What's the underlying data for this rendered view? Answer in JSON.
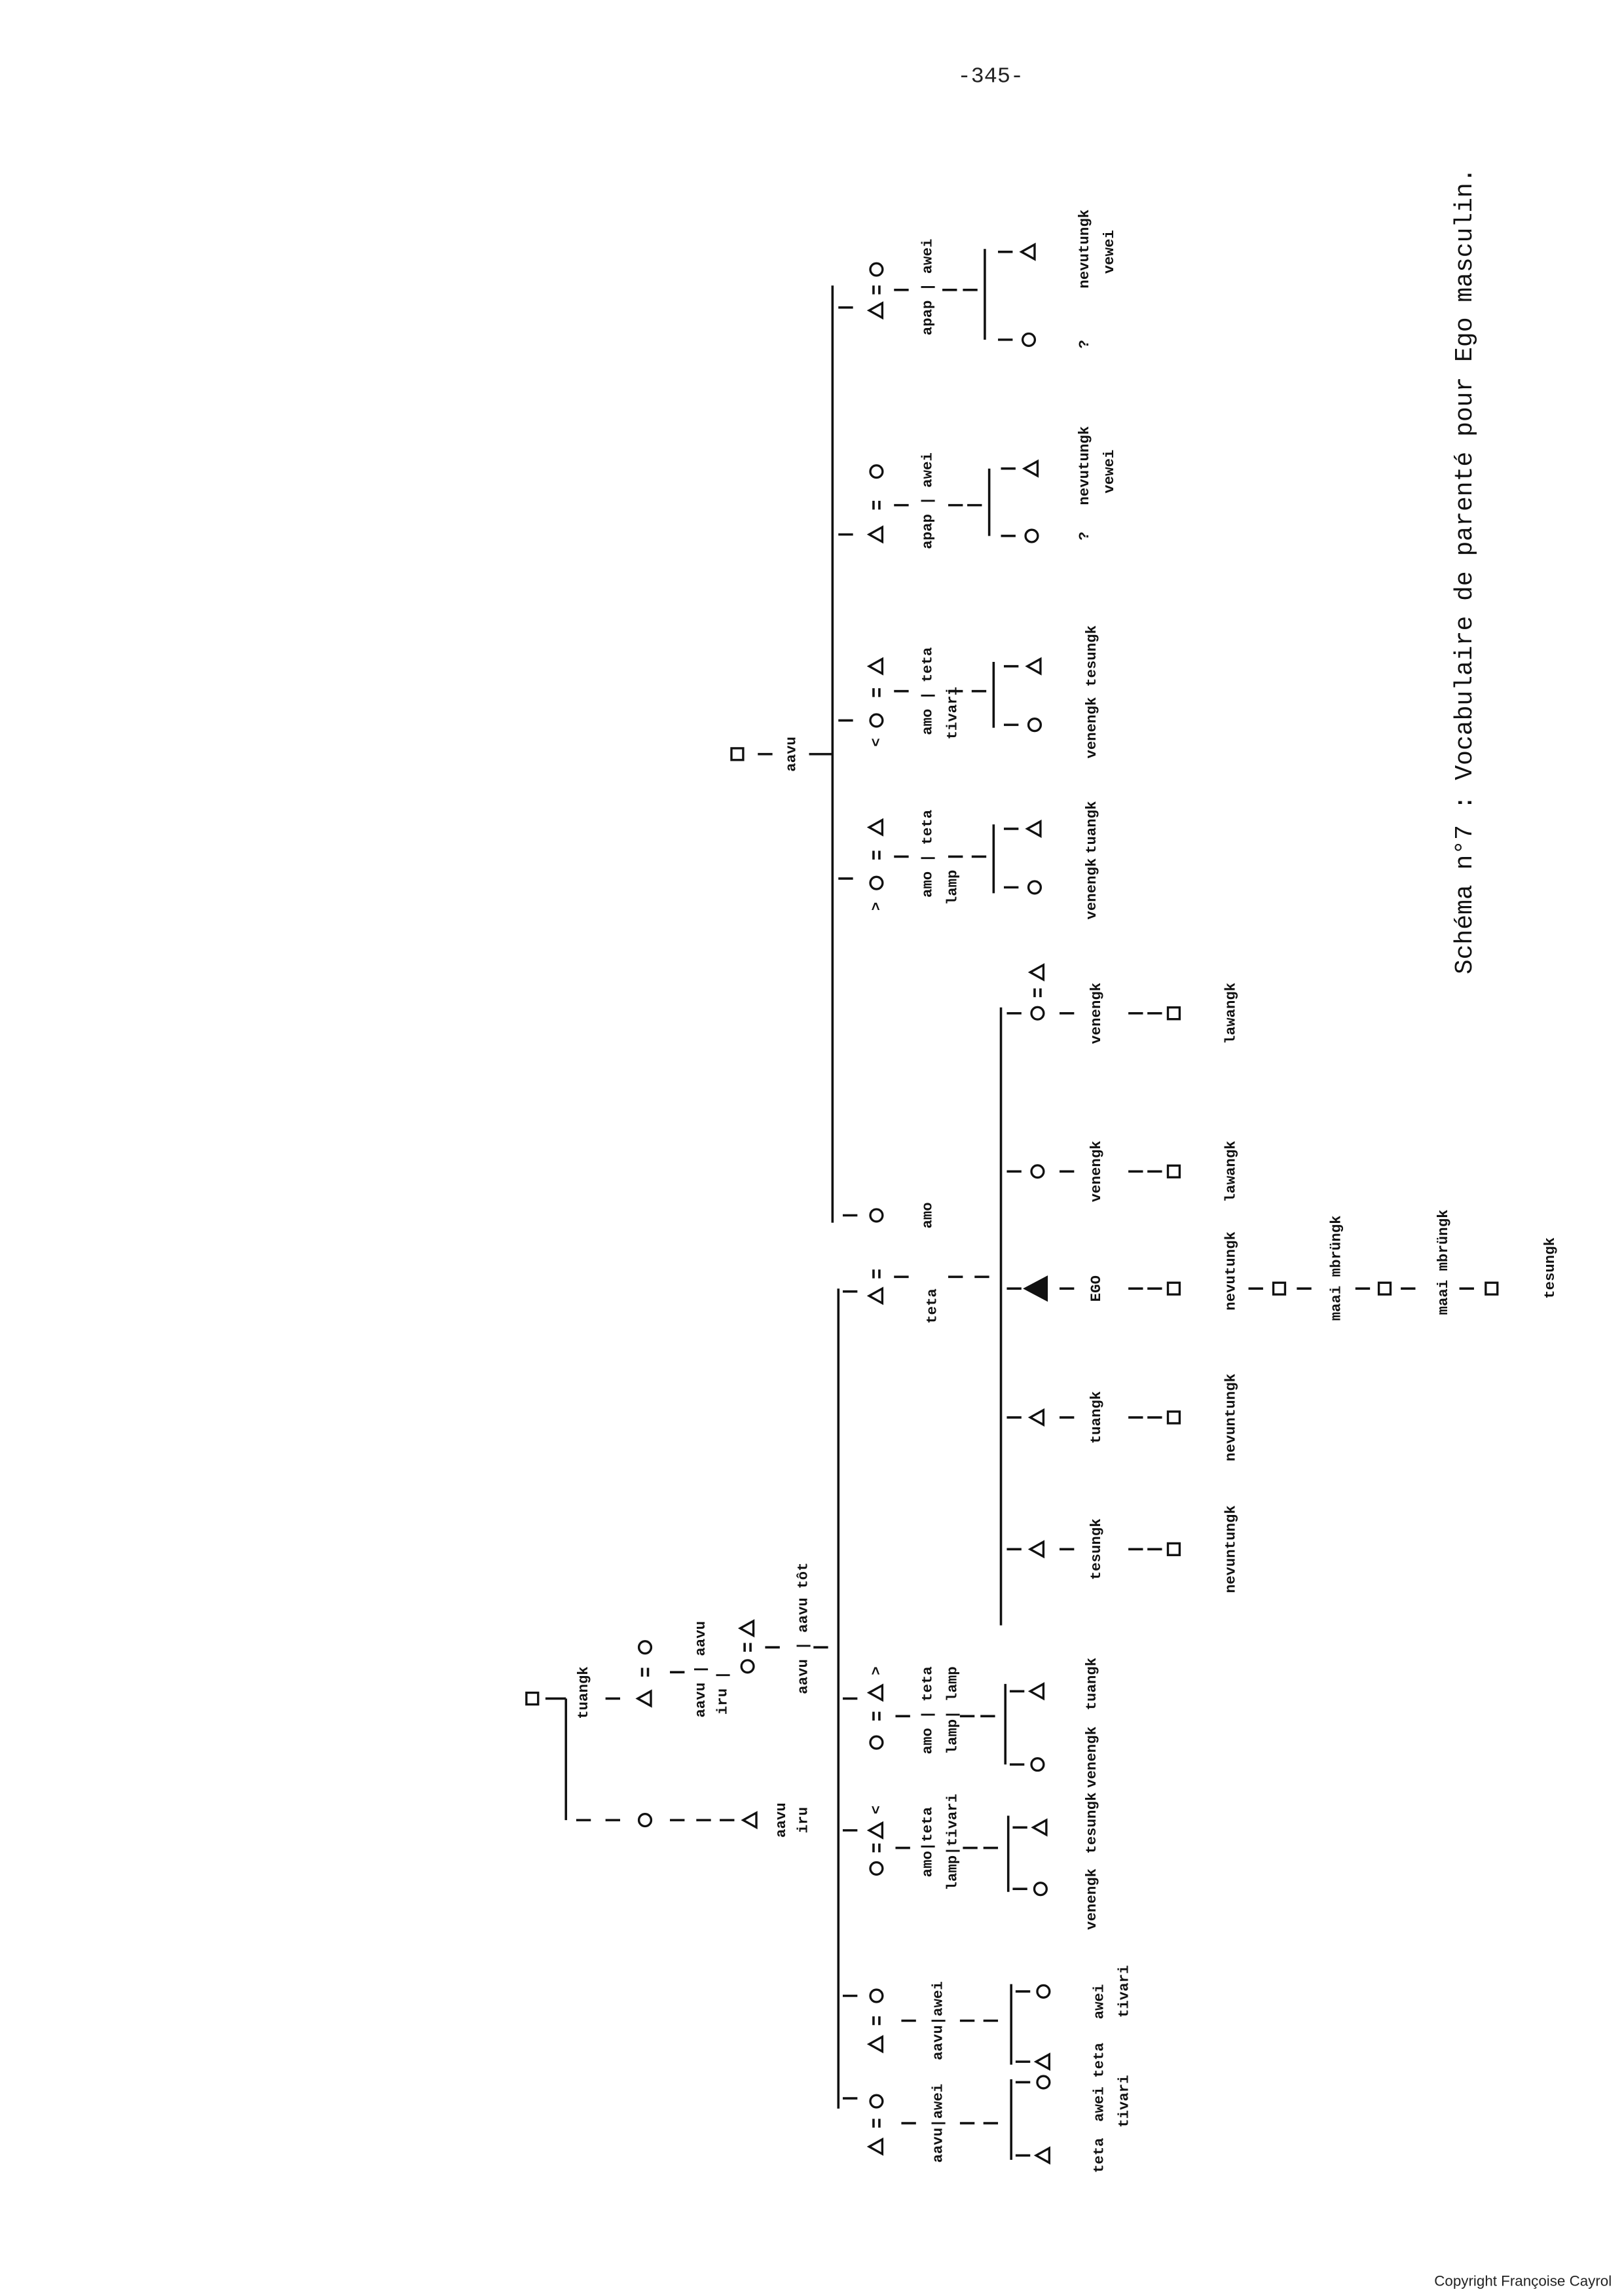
{
  "page_number": "-345-",
  "title": "Schéma n°7 : Vocabulaire de parenté pour Ego masculin.",
  "copyright": "Copyright Françoise Cayrol",
  "marks": {
    "lt": "<",
    "gt": ">"
  },
  "top_cluster": {
    "tuangk": "tuangk",
    "aavu": "aavu",
    "iru": "iru",
    "aavu_aavu": "aavu | aavu",
    "iru_bar": "iru |",
    "aavu_aavu_tot": "aavu | aavu tôt"
  },
  "parents": {
    "teta": "teta",
    "amo": "amo",
    "mother_parent": "aavu"
  },
  "ego_siblings": [
    {
      "term": "tesungk",
      "child": "nevuntungk"
    },
    {
      "term": "tuangk",
      "child": "nevuntungk"
    },
    {
      "term": "EGO",
      "child": "nevutungk"
    },
    {
      "term": "venengk",
      "child": "lawangk"
    },
    {
      "term": "venengk",
      "child": "lawangk"
    }
  ],
  "descendants": [
    "maai mbrüngk",
    "maai mbrüngk",
    "tesungk"
  ],
  "mother_side": [
    {
      "couple": "amo | teta",
      "second": "lamp",
      "children": [
        "venengk",
        "tuangk"
      ]
    },
    {
      "couple": "amo | teta",
      "second": "tivari",
      "children": [
        "venengk",
        "tesungk"
      ]
    },
    {
      "couple": "apap | awei",
      "children": [
        "?",
        "nevutungk"
      ],
      "child_second": "vewei"
    },
    {
      "couple": "apap | awei",
      "children": [
        "?",
        "nevutungk"
      ],
      "child_second": "vewei"
    }
  ],
  "father_side": [
    {
      "couple": "amo | teta",
      "second": "lamp| lamp",
      "children": [
        "venengk",
        "tuangk"
      ]
    },
    {
      "couple": "amo|teta",
      "second": "lamp|tivari",
      "children": [
        "venengk",
        "tesungk"
      ]
    },
    {
      "couple": "aavu|awei",
      "children": [
        "teta",
        "awei"
      ],
      "child_second": "tivari"
    },
    {
      "couple": "aavu|awei",
      "children": [
        "teta",
        "awei"
      ],
      "child_second": "tivari"
    }
  ]
}
